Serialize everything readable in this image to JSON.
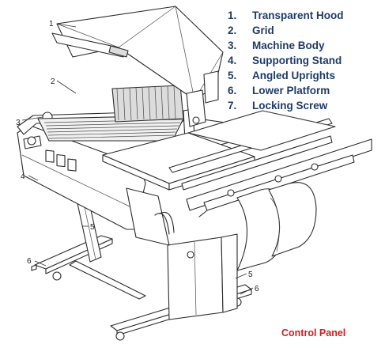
{
  "legend": {
    "items": [
      {
        "num": "1.",
        "label": "Transparent Hood"
      },
      {
        "num": "2.",
        "label": "Grid"
      },
      {
        "num": "3.",
        "label": "Machine Body"
      },
      {
        "num": "4.",
        "label": "Supporting Stand"
      },
      {
        "num": "5.",
        "label": "Angled Uprights"
      },
      {
        "num": "6.",
        "label": "Lower Platform"
      },
      {
        "num": "7.",
        "label": "Locking Screw"
      }
    ]
  },
  "callouts": {
    "hood": "1",
    "grid": "2",
    "body": "3",
    "stand": "4",
    "upright_left": "5",
    "upright_right": "5",
    "platform_left": "6",
    "platform_right": "6"
  },
  "footnote": {
    "label": "Control Panel"
  },
  "colors": {
    "legend_text": "#1f3b66",
    "footnote_text": "#cc1f1f"
  }
}
